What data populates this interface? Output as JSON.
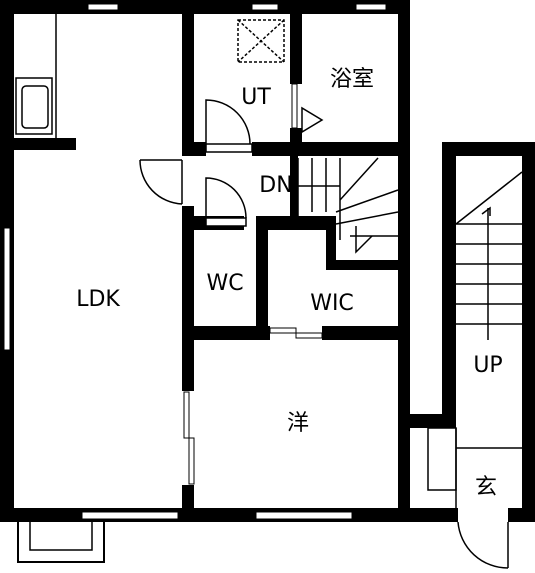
{
  "floor_plan": {
    "rooms": {
      "ldk": "LDK",
      "ut": "UT",
      "bath": "浴室",
      "dn": "DN",
      "wc": "WC",
      "wic": "WIC",
      "western": "洋",
      "up": "UP",
      "entrance": "玄"
    },
    "colors": {
      "wall": "#000000",
      "floor": "#ffffff",
      "line": "#000000"
    }
  }
}
